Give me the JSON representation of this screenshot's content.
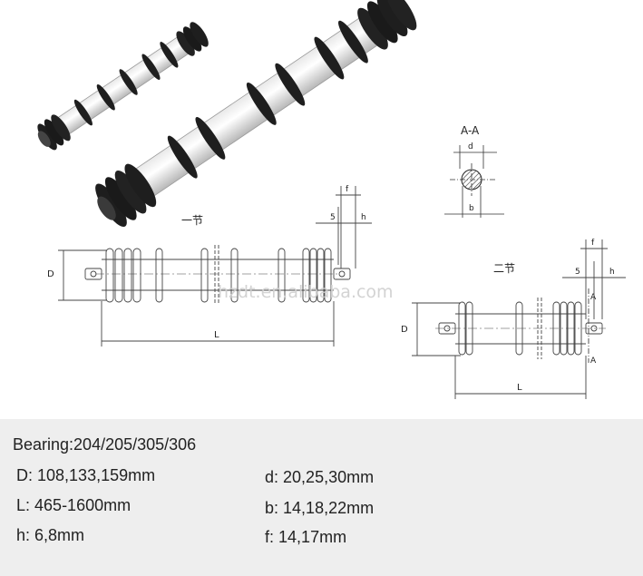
{
  "drawing": {
    "label_single": "一节",
    "label_double": "二节",
    "section_label": "A-A",
    "dim_d": "d",
    "dim_b": "b",
    "dim_D": "D",
    "dim_L": "L",
    "dim_f": "f",
    "dim_5": "5",
    "dim_h": "h",
    "dim_A": "A",
    "watermark": "hzdt.en.alibaba.com"
  },
  "specs": {
    "bearing": "Bearing:204/205/305/306",
    "D": {
      "label": "D:",
      "value": "108,133,159mm"
    },
    "L": {
      "label": "L:",
      "value": "465-1600mm"
    },
    "h": {
      "label": "h:",
      "value": "6,8mm"
    },
    "d": {
      "label": "d:",
      "value": "20,25,30mm"
    },
    "b": {
      "label": "b:",
      "value": "14,18,22mm"
    },
    "f": {
      "label": "f:",
      "value": "14,17mm"
    }
  }
}
